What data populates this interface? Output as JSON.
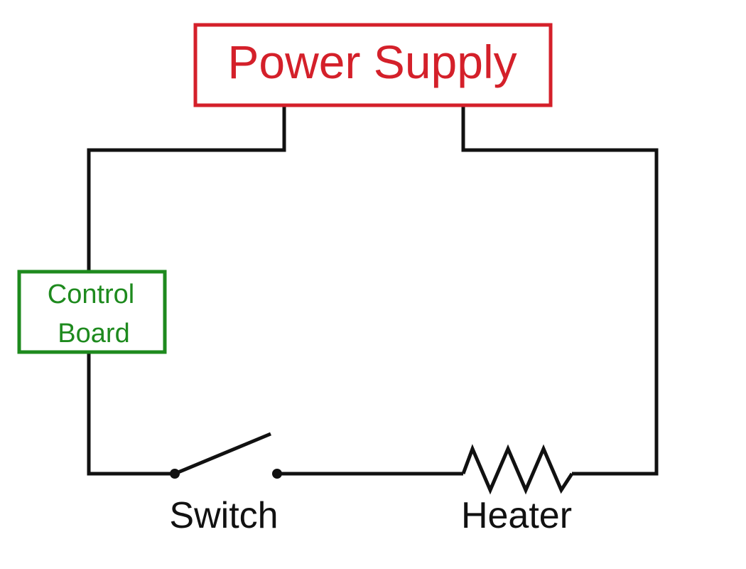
{
  "diagram": {
    "power_supply": {
      "label": "Power Supply",
      "color": "#d4202a"
    },
    "control_board": {
      "line1": "Control",
      "line2": "Board",
      "color": "#1e8a1e"
    },
    "switch": {
      "label": "Switch",
      "state": "open"
    },
    "heater": {
      "label": "Heater"
    },
    "wire_color": "#111111"
  }
}
